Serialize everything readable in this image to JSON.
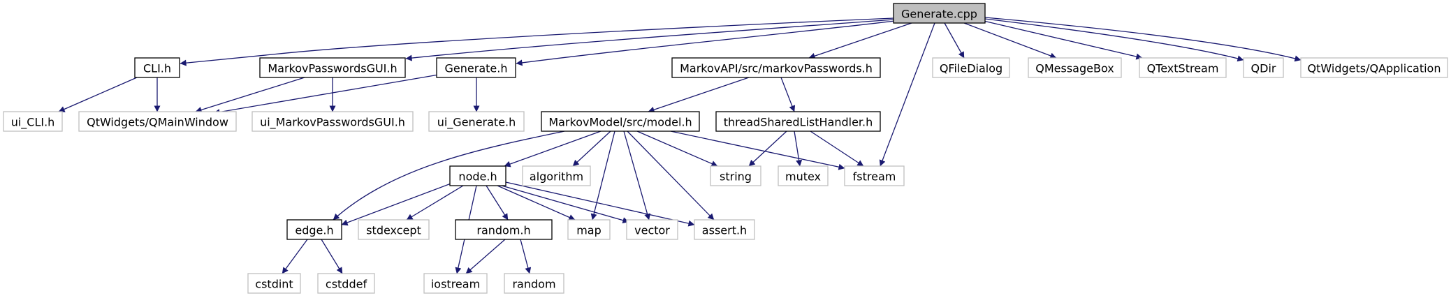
{
  "diagram": {
    "type": "include-dependency-graph",
    "colors": {
      "edge": "#191970",
      "root_fill": "#bfbfbf",
      "root_stroke": "#000000",
      "header_fill": "#ffffff",
      "header_stroke": "#000000",
      "external_fill": "#ffffff",
      "external_stroke": "#bfbfbf"
    },
    "nodes": [
      {
        "id": "generate_cpp",
        "label": "Generate.cpp",
        "kind": "root"
      },
      {
        "id": "cli_h",
        "label": "CLI.h",
        "kind": "header"
      },
      {
        "id": "markovpasswordsgui_h",
        "label": "MarkovPasswordsGUI.h",
        "kind": "header"
      },
      {
        "id": "generate_h",
        "label": "Generate.h",
        "kind": "header"
      },
      {
        "id": "markovpasswords_h",
        "label": "MarkovAPI/src/markovPasswords.h",
        "kind": "header"
      },
      {
        "id": "qfiledialog",
        "label": "QFileDialog",
        "kind": "external"
      },
      {
        "id": "qmessagebox",
        "label": "QMessageBox",
        "kind": "external"
      },
      {
        "id": "qtextstream",
        "label": "QTextStream",
        "kind": "external"
      },
      {
        "id": "qdir",
        "label": "QDir",
        "kind": "external"
      },
      {
        "id": "qapplication",
        "label": "QtWidgets/QApplication",
        "kind": "external"
      },
      {
        "id": "ui_cli_h",
        "label": "ui_CLI.h",
        "kind": "external"
      },
      {
        "id": "qmainwindow",
        "label": "QtWidgets/QMainWindow",
        "kind": "external"
      },
      {
        "id": "ui_markovpasswordsgui_h",
        "label": "ui_MarkovPasswordsGUI.h",
        "kind": "external"
      },
      {
        "id": "ui_generate_h",
        "label": "ui_Generate.h",
        "kind": "external"
      },
      {
        "id": "model_h",
        "label": "MarkovModel/src/model.h",
        "kind": "header"
      },
      {
        "id": "threadsharedlisthandler_h",
        "label": "threadSharedListHandler.h",
        "kind": "header"
      },
      {
        "id": "node_h",
        "label": "node.h",
        "kind": "header"
      },
      {
        "id": "algorithm",
        "label": "algorithm",
        "kind": "external"
      },
      {
        "id": "string",
        "label": "string",
        "kind": "external"
      },
      {
        "id": "mutex",
        "label": "mutex",
        "kind": "external"
      },
      {
        "id": "fstream",
        "label": "fstream",
        "kind": "external"
      },
      {
        "id": "edge_h",
        "label": "edge.h",
        "kind": "header"
      },
      {
        "id": "stdexcept",
        "label": "stdexcept",
        "kind": "external"
      },
      {
        "id": "random_h",
        "label": "random.h",
        "kind": "header"
      },
      {
        "id": "map",
        "label": "map",
        "kind": "external"
      },
      {
        "id": "vector",
        "label": "vector",
        "kind": "external"
      },
      {
        "id": "assert_h",
        "label": "assert.h",
        "kind": "external"
      },
      {
        "id": "cstdint",
        "label": "cstdint",
        "kind": "external"
      },
      {
        "id": "cstddef",
        "label": "cstddef",
        "kind": "external"
      },
      {
        "id": "iostream",
        "label": "iostream",
        "kind": "external"
      },
      {
        "id": "random",
        "label": "random",
        "kind": "external"
      }
    ],
    "edges": [
      {
        "from": "generate_cpp",
        "to": "cli_h"
      },
      {
        "from": "generate_cpp",
        "to": "markovpasswordsgui_h"
      },
      {
        "from": "generate_cpp",
        "to": "generate_h"
      },
      {
        "from": "generate_cpp",
        "to": "markovpasswords_h"
      },
      {
        "from": "generate_cpp",
        "to": "qfiledialog"
      },
      {
        "from": "generate_cpp",
        "to": "qmessagebox"
      },
      {
        "from": "generate_cpp",
        "to": "qtextstream"
      },
      {
        "from": "generate_cpp",
        "to": "qdir"
      },
      {
        "from": "generate_cpp",
        "to": "qapplication"
      },
      {
        "from": "generate_cpp",
        "to": "fstream"
      },
      {
        "from": "cli_h",
        "to": "ui_cli_h"
      },
      {
        "from": "cli_h",
        "to": "qmainwindow"
      },
      {
        "from": "markovpasswordsgui_h",
        "to": "qmainwindow"
      },
      {
        "from": "markovpasswordsgui_h",
        "to": "ui_markovpasswordsgui_h"
      },
      {
        "from": "generate_h",
        "to": "qmainwindow"
      },
      {
        "from": "generate_h",
        "to": "ui_generate_h"
      },
      {
        "from": "markovpasswords_h",
        "to": "model_h"
      },
      {
        "from": "markovpasswords_h",
        "to": "threadsharedlisthandler_h"
      },
      {
        "from": "model_h",
        "to": "node_h"
      },
      {
        "from": "model_h",
        "to": "algorithm"
      },
      {
        "from": "model_h",
        "to": "string"
      },
      {
        "from": "model_h",
        "to": "fstream"
      },
      {
        "from": "model_h",
        "to": "edge_h"
      },
      {
        "from": "model_h",
        "to": "map"
      },
      {
        "from": "model_h",
        "to": "vector"
      },
      {
        "from": "model_h",
        "to": "assert_h"
      },
      {
        "from": "threadsharedlisthandler_h",
        "to": "string"
      },
      {
        "from": "threadsharedlisthandler_h",
        "to": "mutex"
      },
      {
        "from": "threadsharedlisthandler_h",
        "to": "fstream"
      },
      {
        "from": "node_h",
        "to": "edge_h"
      },
      {
        "from": "node_h",
        "to": "stdexcept"
      },
      {
        "from": "node_h",
        "to": "iostream"
      },
      {
        "from": "node_h",
        "to": "random_h"
      },
      {
        "from": "node_h",
        "to": "map"
      },
      {
        "from": "node_h",
        "to": "vector"
      },
      {
        "from": "node_h",
        "to": "assert_h"
      },
      {
        "from": "edge_h",
        "to": "cstdint"
      },
      {
        "from": "edge_h",
        "to": "cstddef"
      },
      {
        "from": "random_h",
        "to": "iostream"
      },
      {
        "from": "random_h",
        "to": "random"
      }
    ]
  }
}
